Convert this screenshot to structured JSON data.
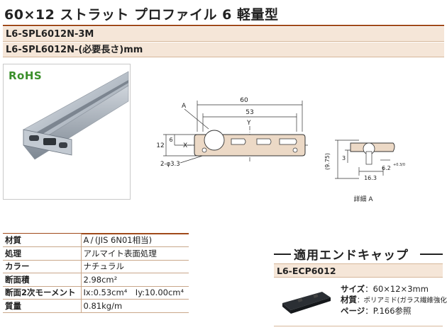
{
  "title": "60×12 ストラット プロファイル 6 軽量型",
  "part_numbers": {
    "fixed": "L6-SPL6012N-3M",
    "custom": "L6-SPL6012N-(必要長さ)mm"
  },
  "rohs_label": "RoHS",
  "drawing": {
    "dim_60": "60",
    "dim_53": "53",
    "dim_12": "12",
    "dim_6": "6",
    "label_a": "A",
    "label_x": "X",
    "label_y": "Y",
    "hole_note": "2-φ3.3",
    "detail_dim_3": "3",
    "detail_dim_975": "(9.75)",
    "detail_dim_163": "16.3",
    "detail_dim_62": "6.2",
    "detail_tol": "+0.3/0",
    "detail_caption": "詳細 A"
  },
  "specs": [
    {
      "label": "材質",
      "value": "A / (JIS 6N01相当)"
    },
    {
      "label": "処理",
      "value": "アルマイト表面処理"
    },
    {
      "label": "カラー",
      "value": "ナチュラル"
    },
    {
      "label": "断面積",
      "value": "2.98cm²"
    },
    {
      "label": "断面2次モーメント",
      "value": "Ix:0.53cm⁴　Iy:10.00cm⁴"
    },
    {
      "label": "質量",
      "value": "0.81kg/m"
    }
  ],
  "end_cap": {
    "heading": "適用エンドキャップ",
    "part_number": "L6-ECP6012",
    "size_label": "サイズ",
    "size_value": "：60×12×3mm",
    "material_label": "材質",
    "material_value": "：ポリアミド(ガラス繊維強化)",
    "page_label": "ページ",
    "page_value": "：P.166参照"
  },
  "colors": {
    "accent": "#a04a1a",
    "band": "#f5e6d8",
    "rohs": "#3a8f2a",
    "profile_fill": "#ecd9c6"
  }
}
